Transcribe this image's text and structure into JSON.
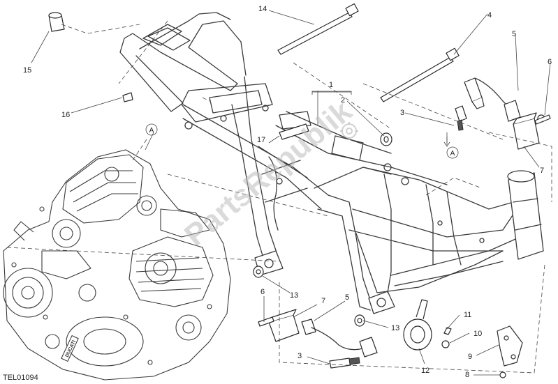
{
  "diagram": {
    "reference_code": "TEL01094",
    "watermark": "PartsRepublik",
    "reference_letter": "A",
    "callouts": [
      "1",
      "2",
      "3",
      "4",
      "5",
      "6",
      "7",
      "8",
      "9",
      "10",
      "11",
      "12",
      "13",
      "14",
      "15",
      "16",
      "17"
    ],
    "duplicate_callouts": [
      "3",
      "5",
      "6",
      "7",
      "13"
    ],
    "engine_brand": "DUCATI"
  }
}
